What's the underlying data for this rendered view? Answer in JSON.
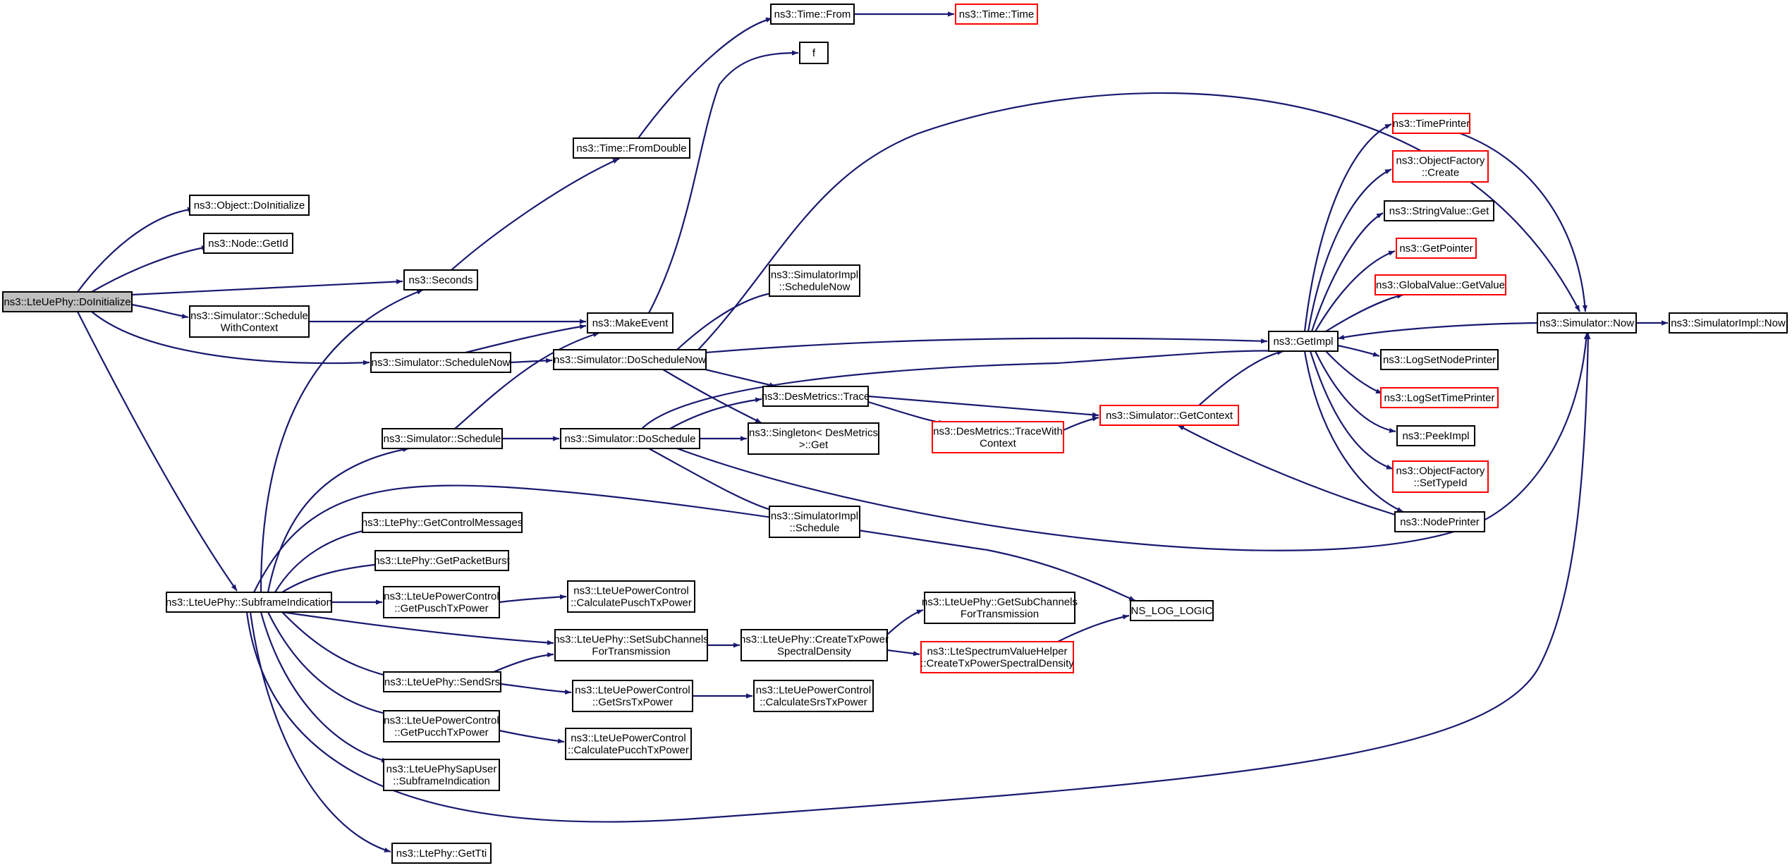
{
  "graph": {
    "colors": {
      "edge": "#191970",
      "border_default": "#000000",
      "border_truncated": "#ff0000",
      "fill_default": "#ffffff",
      "fill_root": "#bfbfbf"
    },
    "nodes": [
      {
        "id": "n_root",
        "lines": [
          "ns3::LteUePhy::DoInitialize"
        ],
        "style": "root"
      },
      {
        "id": "n_obj_doinit",
        "lines": [
          "ns3::Object::DoInitialize"
        ],
        "style": "normal"
      },
      {
        "id": "n_node_getid",
        "lines": [
          "ns3::Node::GetId"
        ],
        "style": "normal"
      },
      {
        "id": "n_seconds",
        "lines": [
          "ns3::Seconds"
        ],
        "style": "normal"
      },
      {
        "id": "n_sched_ctx",
        "lines": [
          "ns3::Simulator::Schedule",
          "WithContext"
        ],
        "style": "normal"
      },
      {
        "id": "n_sched_now",
        "lines": [
          "ns3::Simulator::ScheduleNow"
        ],
        "style": "normal"
      },
      {
        "id": "n_subframe",
        "lines": [
          "ns3::LteUePhy::SubframeIndication"
        ],
        "style": "normal"
      },
      {
        "id": "n_time_fromdouble",
        "lines": [
          "ns3::Time::FromDouble"
        ],
        "style": "normal"
      },
      {
        "id": "n_time_from",
        "lines": [
          "ns3::Time::From"
        ],
        "style": "normal"
      },
      {
        "id": "n_time_time",
        "lines": [
          "ns3::Time::Time"
        ],
        "style": "truncated"
      },
      {
        "id": "n_f",
        "lines": [
          "f"
        ],
        "style": "normal"
      },
      {
        "id": "n_makeevent",
        "lines": [
          "ns3::MakeEvent"
        ],
        "style": "normal"
      },
      {
        "id": "n_doschednow",
        "lines": [
          "ns3::Simulator::DoScheduleNow"
        ],
        "style": "normal"
      },
      {
        "id": "n_simimpl_schednow",
        "lines": [
          "ns3::SimulatorImpl",
          "::ScheduleNow"
        ],
        "style": "normal"
      },
      {
        "id": "n_sim_schedule",
        "lines": [
          "ns3::Simulator::Schedule"
        ],
        "style": "normal"
      },
      {
        "id": "n_dosched",
        "lines": [
          "ns3::Simulator::DoSchedule"
        ],
        "style": "normal"
      },
      {
        "id": "n_desmetrics_trace",
        "lines": [
          "ns3::DesMetrics::Trace"
        ],
        "style": "normal"
      },
      {
        "id": "n_singleton",
        "lines": [
          "ns3::Singleton< DesMetrics",
          ">::Get"
        ],
        "style": "normal"
      },
      {
        "id": "n_simimpl_sched",
        "lines": [
          "ns3::SimulatorImpl",
          "::Schedule"
        ],
        "style": "normal"
      },
      {
        "id": "n_desmetrics_tracectx",
        "lines": [
          "ns3::DesMetrics::TraceWith",
          "Context"
        ],
        "style": "truncated"
      },
      {
        "id": "n_getcontext",
        "lines": [
          "ns3::Simulator::GetContext"
        ],
        "style": "truncated"
      },
      {
        "id": "n_getimpl",
        "lines": [
          "ns3::GetImpl"
        ],
        "style": "normal"
      },
      {
        "id": "n_timeprinter",
        "lines": [
          "ns3::TimePrinter"
        ],
        "style": "truncated"
      },
      {
        "id": "n_objfactory_create",
        "lines": [
          "ns3::ObjectFactory",
          "::Create"
        ],
        "style": "truncated"
      },
      {
        "id": "n_stringvalue_get",
        "lines": [
          "ns3::StringValue::Get"
        ],
        "style": "normal"
      },
      {
        "id": "n_getpointer",
        "lines": [
          "ns3::GetPointer"
        ],
        "style": "truncated"
      },
      {
        "id": "n_globalvalue",
        "lines": [
          "ns3::GlobalValue::GetValue"
        ],
        "style": "truncated"
      },
      {
        "id": "n_lognodeprinter",
        "lines": [
          "ns3::LogSetNodePrinter"
        ],
        "style": "normal"
      },
      {
        "id": "n_logtimeprinter",
        "lines": [
          "ns3::LogSetTimePrinter"
        ],
        "style": "truncated"
      },
      {
        "id": "n_peekimpl",
        "lines": [
          "ns3::PeekImpl"
        ],
        "style": "normal"
      },
      {
        "id": "n_objfactory_settypeid",
        "lines": [
          "ns3::ObjectFactory",
          "::SetTypeId"
        ],
        "style": "truncated"
      },
      {
        "id": "n_nodeprinter",
        "lines": [
          "ns3::NodePrinter"
        ],
        "style": "normal"
      },
      {
        "id": "n_sim_now",
        "lines": [
          "ns3::Simulator::Now"
        ],
        "style": "normal"
      },
      {
        "id": "n_simimpl_now",
        "lines": [
          "ns3::SimulatorImpl::Now"
        ],
        "style": "normal"
      },
      {
        "id": "n_ltephy_getctrl",
        "lines": [
          "ns3::LtePhy::GetControlMessages"
        ],
        "style": "normal"
      },
      {
        "id": "n_ltephy_getpkt",
        "lines": [
          "ns3::LtePhy::GetPacketBurst"
        ],
        "style": "normal"
      },
      {
        "id": "n_pc_getpusch",
        "lines": [
          "ns3::LteUePowerControl",
          "::GetPuschTxPower"
        ],
        "style": "normal"
      },
      {
        "id": "n_pc_calcpusch",
        "lines": [
          "ns3::LteUePowerControl",
          "::CalculatePuschTxPower"
        ],
        "style": "normal"
      },
      {
        "id": "n_setsubch",
        "lines": [
          "ns3::LteUePhy::SetSubChannels",
          "ForTransmission"
        ],
        "style": "normal"
      },
      {
        "id": "n_createtxpsd",
        "lines": [
          "ns3::LteUePhy::CreateTxPower",
          "SpectralDensity"
        ],
        "style": "normal"
      },
      {
        "id": "n_getsubch",
        "lines": [
          "ns3::LteUePhy::GetSubChannels",
          "ForTransmission"
        ],
        "style": "normal"
      },
      {
        "id": "n_lsvh_create",
        "lines": [
          "ns3::LteSpectrumValueHelper",
          "::CreateTxPowerSpectralDensity"
        ],
        "style": "truncated"
      },
      {
        "id": "n_nslog",
        "lines": [
          "NS_LOG_LOGIC"
        ],
        "style": "normal"
      },
      {
        "id": "n_sendsrs",
        "lines": [
          "ns3::LteUePhy::SendSrs"
        ],
        "style": "normal"
      },
      {
        "id": "n_pc_getsrs",
        "lines": [
          "ns3::LteUePowerControl",
          "::GetSrsTxPower"
        ],
        "style": "normal"
      },
      {
        "id": "n_pc_calcsrs",
        "lines": [
          "ns3::LteUePowerControl",
          "::CalculateSrsTxPower"
        ],
        "style": "normal"
      },
      {
        "id": "n_pc_getpucch",
        "lines": [
          "ns3::LteUePowerControl",
          "::GetPucchTxPower"
        ],
        "style": "normal"
      },
      {
        "id": "n_pc_calcpucch",
        "lines": [
          "ns3::LteUePowerControl",
          "::CalculatePucchTxPower"
        ],
        "style": "normal"
      },
      {
        "id": "n_sapuser",
        "lines": [
          "ns3::LteUePhySapUser",
          "::SubframeIndication"
        ],
        "style": "normal"
      },
      {
        "id": "n_ltephy_gettti",
        "lines": [
          "ns3::LtePhy::GetTti"
        ],
        "style": "normal"
      }
    ],
    "edges": [
      {
        "from": "n_root",
        "to": "n_obj_doinit"
      },
      {
        "from": "n_root",
        "to": "n_node_getid"
      },
      {
        "from": "n_root",
        "to": "n_seconds"
      },
      {
        "from": "n_root",
        "to": "n_sched_ctx"
      },
      {
        "from": "n_root",
        "to": "n_sched_now"
      },
      {
        "from": "n_root",
        "to": "n_subframe"
      },
      {
        "from": "n_seconds",
        "to": "n_time_fromdouble"
      },
      {
        "from": "n_time_fromdouble",
        "to": "n_time_from"
      },
      {
        "from": "n_time_from",
        "to": "n_time_time"
      },
      {
        "from": "n_makeevent",
        "to": "n_f"
      },
      {
        "from": "n_sched_ctx",
        "to": "n_makeevent"
      },
      {
        "from": "n_sched_now",
        "to": "n_makeevent"
      },
      {
        "from": "n_sched_now",
        "to": "n_doschednow"
      },
      {
        "from": "n_sim_schedule",
        "to": "n_makeevent"
      },
      {
        "from": "n_sim_schedule",
        "to": "n_dosched"
      },
      {
        "from": "n_doschednow",
        "to": "n_simimpl_schednow"
      },
      {
        "from": "n_doschednow",
        "to": "n_getimpl"
      },
      {
        "from": "n_doschednow",
        "to": "n_desmetrics_trace"
      },
      {
        "from": "n_doschednow",
        "to": "n_singleton"
      },
      {
        "from": "n_doschednow",
        "to": "n_sim_now"
      },
      {
        "from": "n_dosched",
        "to": "n_desmetrics_trace"
      },
      {
        "from": "n_dosched",
        "to": "n_singleton"
      },
      {
        "from": "n_dosched",
        "to": "n_simimpl_sched"
      },
      {
        "from": "n_dosched",
        "to": "n_getimpl"
      },
      {
        "from": "n_dosched",
        "to": "n_sim_now"
      },
      {
        "from": "n_desmetrics_trace",
        "to": "n_getcontext"
      },
      {
        "from": "n_desmetrics_trace",
        "to": "n_desmetrics_tracectx"
      },
      {
        "from": "n_desmetrics_tracectx",
        "to": "n_getcontext"
      },
      {
        "from": "n_getcontext",
        "to": "n_getimpl"
      },
      {
        "from": "n_nodeprinter",
        "to": "n_getcontext"
      },
      {
        "from": "n_getimpl",
        "to": "n_timeprinter"
      },
      {
        "from": "n_getimpl",
        "to": "n_objfactory_create"
      },
      {
        "from": "n_getimpl",
        "to": "n_stringvalue_get"
      },
      {
        "from": "n_getimpl",
        "to": "n_getpointer"
      },
      {
        "from": "n_getimpl",
        "to": "n_globalvalue"
      },
      {
        "from": "n_getimpl",
        "to": "n_lognodeprinter"
      },
      {
        "from": "n_getimpl",
        "to": "n_logtimeprinter"
      },
      {
        "from": "n_getimpl",
        "to": "n_peekimpl"
      },
      {
        "from": "n_getimpl",
        "to": "n_objfactory_settypeid"
      },
      {
        "from": "n_getimpl",
        "to": "n_nodeprinter"
      },
      {
        "from": "n_timeprinter",
        "to": "n_sim_now"
      },
      {
        "from": "n_sim_now",
        "to": "n_getimpl"
      },
      {
        "from": "n_sim_now",
        "to": "n_simimpl_now"
      },
      {
        "from": "n_subframe",
        "to": "n_seconds"
      },
      {
        "from": "n_subframe",
        "to": "n_sim_schedule"
      },
      {
        "from": "n_subframe",
        "to": "n_ltephy_getctrl"
      },
      {
        "from": "n_subframe",
        "to": "n_ltephy_getpkt"
      },
      {
        "from": "n_subframe",
        "to": "n_pc_getpusch"
      },
      {
        "from": "n_subframe",
        "to": "n_setsubch"
      },
      {
        "from": "n_subframe",
        "to": "n_sendsrs"
      },
      {
        "from": "n_subframe",
        "to": "n_pc_getpucch"
      },
      {
        "from": "n_subframe",
        "to": "n_sapuser"
      },
      {
        "from": "n_subframe",
        "to": "n_ltephy_gettti"
      },
      {
        "from": "n_subframe",
        "to": "n_nslog"
      },
      {
        "from": "n_subframe",
        "to": "n_sim_now"
      },
      {
        "from": "n_pc_getpusch",
        "to": "n_pc_calcpusch"
      },
      {
        "from": "n_setsubch",
        "to": "n_createtxpsd"
      },
      {
        "from": "n_createtxpsd",
        "to": "n_getsubch"
      },
      {
        "from": "n_createtxpsd",
        "to": "n_lsvh_create"
      },
      {
        "from": "n_lsvh_create",
        "to": "n_nslog"
      },
      {
        "from": "n_sendsrs",
        "to": "n_setsubch"
      },
      {
        "from": "n_sendsrs",
        "to": "n_pc_getsrs"
      },
      {
        "from": "n_pc_getsrs",
        "to": "n_pc_calcsrs"
      },
      {
        "from": "n_pc_getpucch",
        "to": "n_pc_calcpucch"
      }
    ]
  }
}
